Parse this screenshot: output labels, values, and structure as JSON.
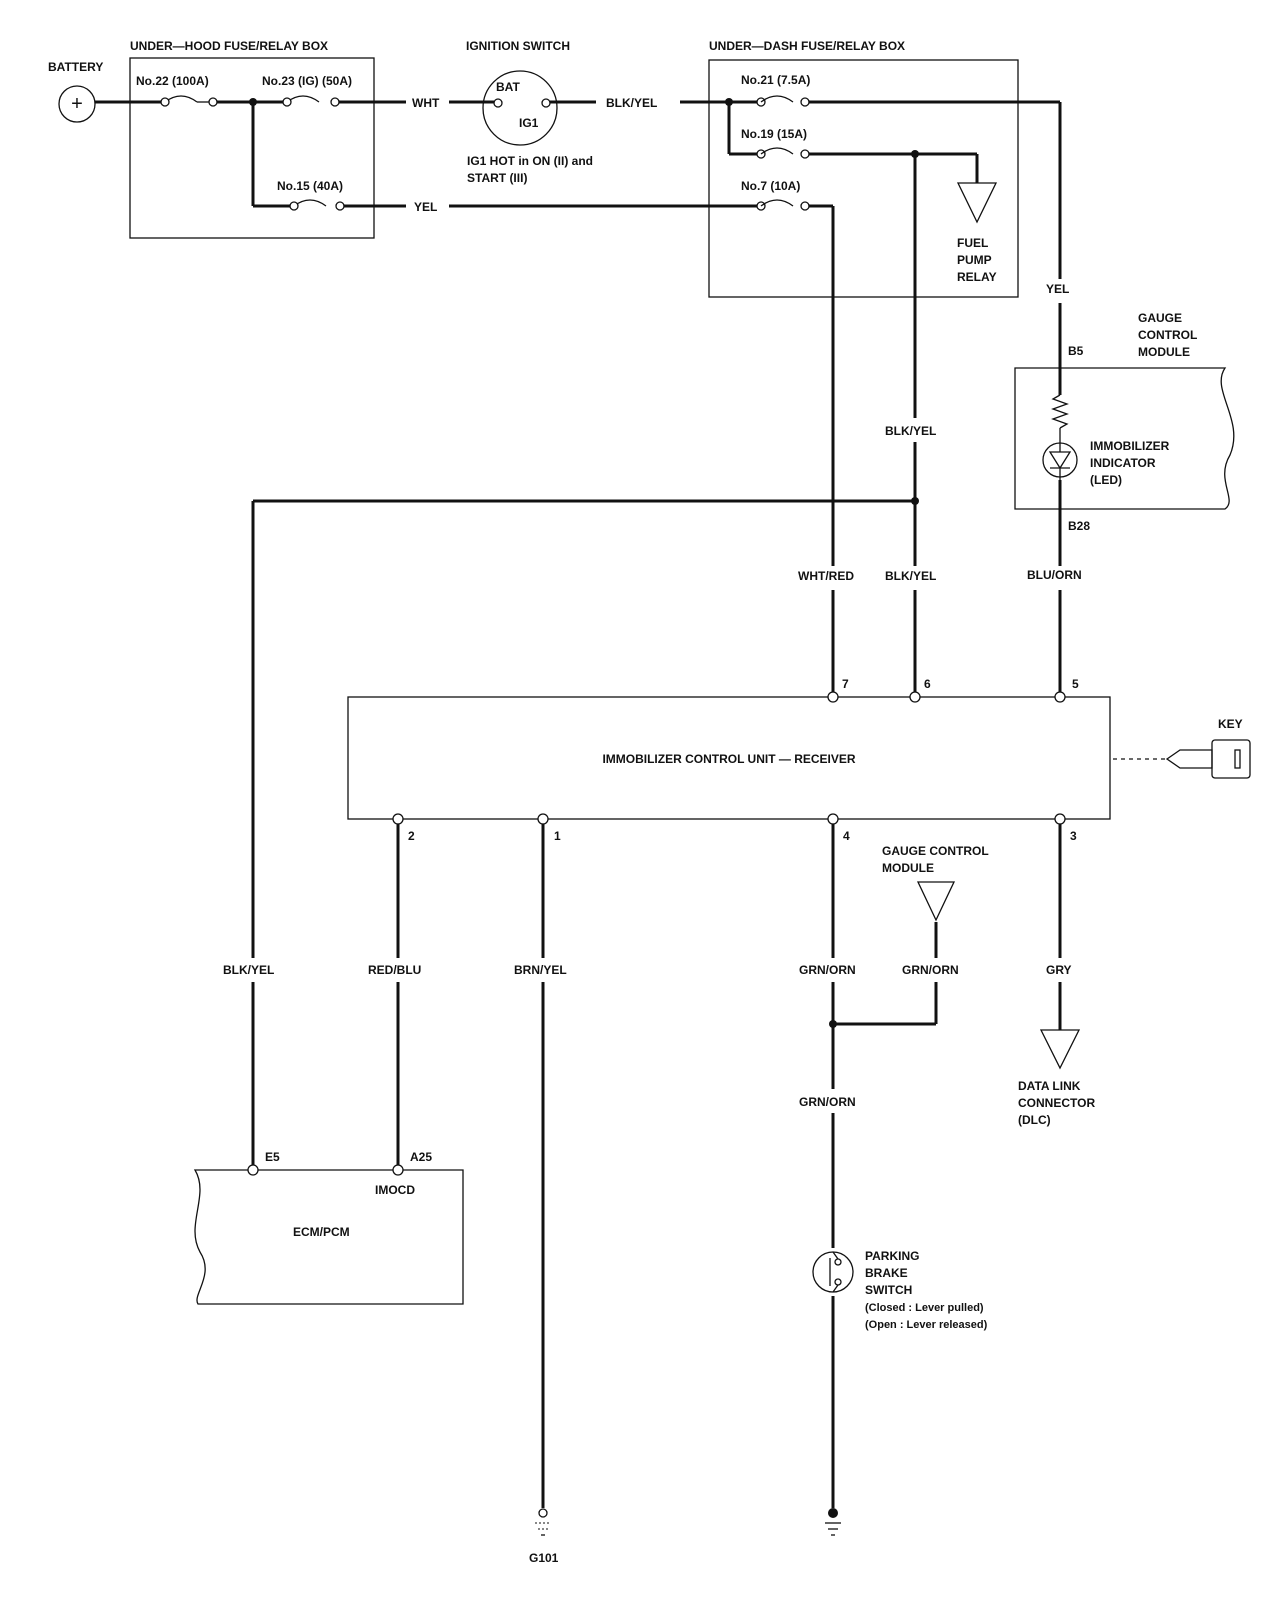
{
  "battery": {
    "label": "BATTERY",
    "symbol": "+"
  },
  "underhood": {
    "title": "UNDER—HOOD FUSE/RELAY BOX",
    "fuse22": "No.22 (100A)",
    "fuse23": "No.23 (IG) (50A)",
    "fuse15": "No.15 (40A)"
  },
  "ignition": {
    "title": "IGNITION SWITCH",
    "bat": "BAT",
    "ig1": "IG1",
    "note1": "IG1 HOT in ON (II) and",
    "note2": "START (III)"
  },
  "underdash": {
    "title": "UNDER—DASH FUSE/RELAY BOX",
    "fuse21": "No.21 (7.5A)",
    "fuse19": "No.19 (15A)",
    "fuse7": "No.7 (10A)",
    "relay": [
      "FUEL",
      "PUMP",
      "RELAY"
    ]
  },
  "gauge_top": {
    "title": [
      "GAUGE",
      "CONTROL",
      "MODULE"
    ],
    "pin_b5": "B5",
    "pin_b28": "B28",
    "led": [
      "IMMOBILIZER",
      "INDICATOR",
      "(LED)"
    ]
  },
  "wires": {
    "wht": "WHT",
    "blkyel_ign": "BLK/YEL",
    "yel_fuse15": "YEL",
    "yel_gauge": "YEL",
    "blkyel_mid": "BLK/YEL",
    "whtred": "WHT/RED",
    "blkyel_pin6": "BLK/YEL",
    "bluorn": "BLU/ORN",
    "blkyel_ecm": "BLK/YEL",
    "redblu": "RED/BLU",
    "brnyel": "BRN/YEL",
    "grnorn_a": "GRN/ORN",
    "grnorn_b": "GRN/ORN",
    "grnorn_c": "GRN/ORN",
    "gry": "GRY"
  },
  "immobilizer": {
    "title": "IMMOBILIZER CONTROL UNIT — RECEIVER",
    "pin7": "7",
    "pin6": "6",
    "pin5": "5",
    "pin2": "2",
    "pin1": "1",
    "pin4": "4",
    "pin3": "3"
  },
  "key": {
    "label": "KEY"
  },
  "gauge_bottom": {
    "title": [
      "GAUGE CONTROL",
      "MODULE"
    ]
  },
  "dlc": {
    "title": [
      "DATA LINK",
      "CONNECTOR",
      "(DLC)"
    ]
  },
  "ecm": {
    "title": "ECM/PCM",
    "pin_e5": "E5",
    "pin_a25": "A25",
    "imocd": "IMOCD"
  },
  "parking": {
    "title": [
      "PARKING",
      "BRAKE",
      "SWITCH"
    ],
    "closed": "(Closed : Lever pulled)",
    "open": "(Open : Lever released)"
  },
  "ground": {
    "label": "G101"
  }
}
